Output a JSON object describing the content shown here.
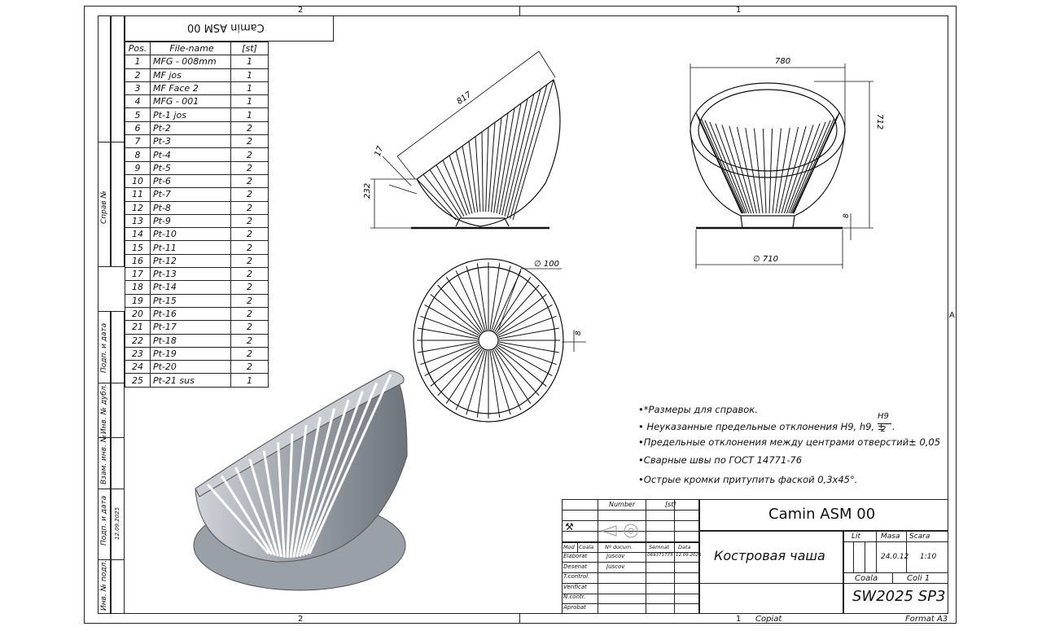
{
  "frame": {
    "zones_top": [
      "2",
      "1"
    ],
    "zones_bottom": [
      "2",
      "1"
    ],
    "zone_right": "A",
    "copiat": "Copiat",
    "format": "Format A3"
  },
  "spec_box": {
    "label": "Camin ASM 00"
  },
  "bom": {
    "headers": [
      "Pos.",
      "File-name",
      "[st]"
    ],
    "rows": [
      [
        "1",
        "MFG - 008mm",
        "1"
      ],
      [
        "2",
        "MF jos",
        "1"
      ],
      [
        "3",
        "MF Face 2",
        "1"
      ],
      [
        "4",
        "MFG - 001",
        "1"
      ],
      [
        "5",
        "Pt-1 jos",
        "1"
      ],
      [
        "6",
        "Pt-2",
        "2"
      ],
      [
        "7",
        "Pt-3",
        "2"
      ],
      [
        "8",
        "Pt-4",
        "2"
      ],
      [
        "9",
        "Pt-5",
        "2"
      ],
      [
        "10",
        "Pt-6",
        "2"
      ],
      [
        "11",
        "Pt-7",
        "2"
      ],
      [
        "12",
        "Pt-8",
        "2"
      ],
      [
        "13",
        "Pt-9",
        "2"
      ],
      [
        "14",
        "Pt-10",
        "2"
      ],
      [
        "15",
        "Pt-11",
        "2"
      ],
      [
        "16",
        "Pt-12",
        "2"
      ],
      [
        "17",
        "Pt-13",
        "2"
      ],
      [
        "18",
        "Pt-14",
        "2"
      ],
      [
        "19",
        "Pt-15",
        "2"
      ],
      [
        "20",
        "Pt-16",
        "2"
      ],
      [
        "21",
        "Pt-17",
        "2"
      ],
      [
        "22",
        "Pt-18",
        "2"
      ],
      [
        "23",
        "Pt-19",
        "2"
      ],
      [
        "24",
        "Pt-20",
        "2"
      ],
      [
        "25",
        "Pt-21 sus",
        "1"
      ]
    ]
  },
  "side_labels": {
    "sprav": "Справ №",
    "podp_data": "Подп. и дата",
    "inv_dubl": "Инв. № дубл.",
    "vzam_inv": "Взам. инв. №",
    "podp_data2": "Подп. и дата",
    "date2": "12.09.2025",
    "inv_podl": "Инв. № подл."
  },
  "dims": {
    "d817": "817",
    "d17": "17",
    "d232": "232",
    "d780": "780",
    "d712": "712",
    "d8a": "8",
    "d710": "∅ 710",
    "d100": "∅ 100",
    "d8b": "8"
  },
  "notes": [
    "•*Размеры для справок.",
    "• Неуказанные предельные отклонения H9, h9, ±",
    "•Предельные отклонения между центрами отверстий± 0,05",
    "•Сварные швы по ГОСТ 14771-76",
    "•Острые кромки притупить фаской 0,3x45°."
  ],
  "note_frac": {
    "num": "H9",
    "den": "2",
    "tail": "."
  },
  "title_block": {
    "number_label": "Number",
    "st_label": "[st]",
    "col_headers": [
      "Mod",
      "Coala",
      "Nº docum.",
      "Semnat",
      "Data"
    ],
    "rows": [
      {
        "role": "Elaborat",
        "name": "Juscov",
        "sign": "06937177З",
        "date": "12.09.2025"
      },
      {
        "role": "Desenat",
        "name": "Juscov",
        "sign": "",
        "date": ""
      },
      {
        "role": "T.control.",
        "name": "",
        "sign": "",
        "date": ""
      },
      {
        "role": "Verificat",
        "name": "",
        "sign": "",
        "date": ""
      },
      {
        "role": "N.contr.",
        "name": "",
        "sign": "",
        "date": ""
      },
      {
        "role": "Aprobat",
        "name": "",
        "sign": "",
        "date": ""
      }
    ],
    "designation": "Camin ASM 00",
    "name": "Костровая чаша",
    "lit_label": "Lit",
    "masa_label": "Masa",
    "scara_label": "Scara",
    "masa": "24.0.12",
    "scara": "1:10",
    "coala": "Coala",
    "coli": "Coli 1",
    "code": "SW2025 SP3"
  }
}
